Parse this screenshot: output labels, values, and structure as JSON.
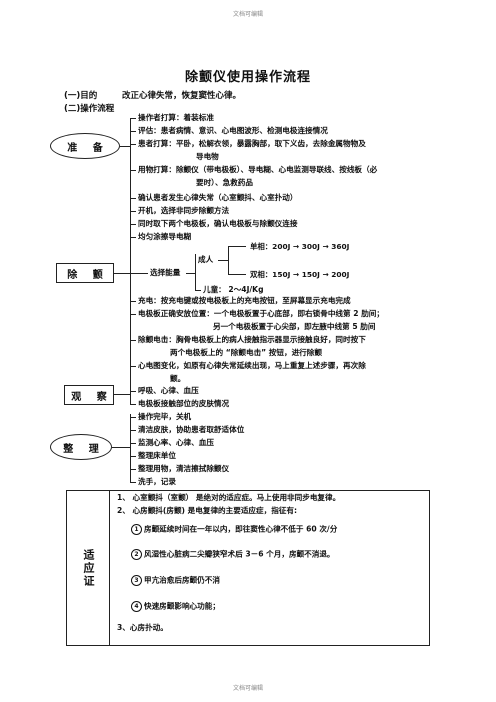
{
  "header": {
    "watermark": "文档可编辑"
  },
  "footer": {
    "watermark": "文档可编辑"
  },
  "title": "除颤仪使用操作流程",
  "section1": {
    "label": "(一)目的",
    "text": "改正心律失常，恢复窦性心律。"
  },
  "section2": {
    "label": "(二)操作流程"
  },
  "prepare": {
    "label": "准 备",
    "items": [
      "操作者打算：着装标准",
      "评估：患者病情、意识、心电图波形、检测电极连接情况",
      "患者打算：平卧，松解衣领，暴露胸部，取下义齿，去除金属物物及",
      "导电物",
      "用物打算：除颤仪（带电极板）、导电糊、心电监测导联线、按线板（必",
      "要时）、急救药品"
    ]
  },
  "defib": {
    "label": "除 颤",
    "items": [
      "确认患者发生心律失常（心室颤抖、心室扑动）",
      "开机，选择非同步除颤方法",
      "同时取下两个电极板，确认电极板与除颤仪连接",
      "均匀涂擦导电糊"
    ],
    "energy_label": "选择能量",
    "adult_label": "成人",
    "mono": "单相：200J → 300J → 360J",
    "bi": "双相：150J → 150J → 200J",
    "child": "儿童： 2～4J/Kg",
    "charge": "充电：按充电键或按电极板上的充电按钮，至屏幕显示充电完成",
    "place1": "电极板正确安放位置：一个电极板置于心底部，即右锁骨中线第 2 肋间；",
    "place2": "另一个电极板置于心尖部，即左腋中线第 5 肋间",
    "shock1": "除颤电击：胸骨电极板上的病人接触指示器显示接触良好，同时按下",
    "shock2": "两个电极板上的 “除颤电击” 按钮，进行除颤"
  },
  "observe": {
    "label": "观 察",
    "items": [
      "心电图变化，如原有心律失常延续出现，马上重复上述步骤，再次除",
      "颤。",
      "呼吸、心律、血压",
      "电极板接触部位的皮肤情况"
    ]
  },
  "tidy": {
    "label": "整 理",
    "items": [
      "操作完毕，关机",
      "清洁皮肤，协助患者取舒适体位",
      "监测心率、心律、血压",
      "整理床单位",
      "整理用物，清洁擦拭除颤仪",
      "洗手，记录"
    ]
  },
  "indications": {
    "label": "适应证",
    "line1": "1、 心室颤抖（室颤） 是绝对的适应症。马上使用非同步电复律。",
    "line2": "2、 心房颤抖(房颤) 是电复律的主要适应症，指征有:",
    "sub": [
      {
        "num": "1",
        "text": "房颤延续时间在一年以内，即往窦性心律不低于 60 次/分"
      },
      {
        "num": "2",
        "text": "风湿性心脏病二尖瓣狭窄术后 3－6 个月，房颤不消退。"
      },
      {
        "num": "3",
        "text": "甲亢治愈后房颤仍不消"
      },
      {
        "num": "4",
        "text": "快速房颤影响心功能；"
      }
    ],
    "line3": "3、心房扑动。"
  }
}
